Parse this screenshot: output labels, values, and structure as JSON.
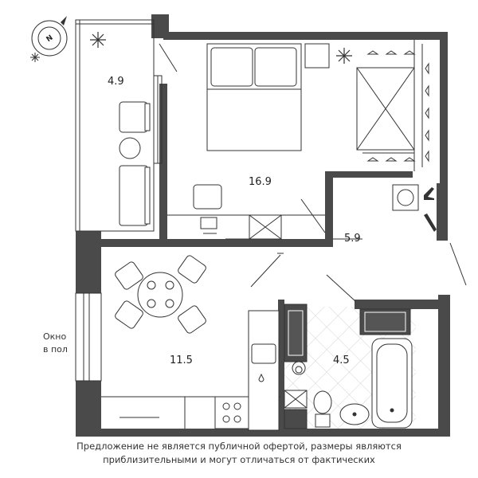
{
  "compass": {
    "label": "N"
  },
  "rooms": [
    {
      "id": "balcony",
      "area": "4.9"
    },
    {
      "id": "bedroom",
      "area": "16.9"
    },
    {
      "id": "wardrobe",
      "area": "5.9"
    },
    {
      "id": "kitchen",
      "area": "11.5"
    },
    {
      "id": "bathroom",
      "area": "4.5"
    }
  ],
  "window_note": {
    "line1": "Окно",
    "line2": "в пол"
  },
  "disclaimer": {
    "line1": "Предложение не является публичной офертой, размеры являются",
    "line2": "приблизительными и могут отличаться от фактических"
  },
  "colors": {
    "wall": "#4a4a4a",
    "line": "#333333",
    "tile": "#bfbfbf"
  }
}
